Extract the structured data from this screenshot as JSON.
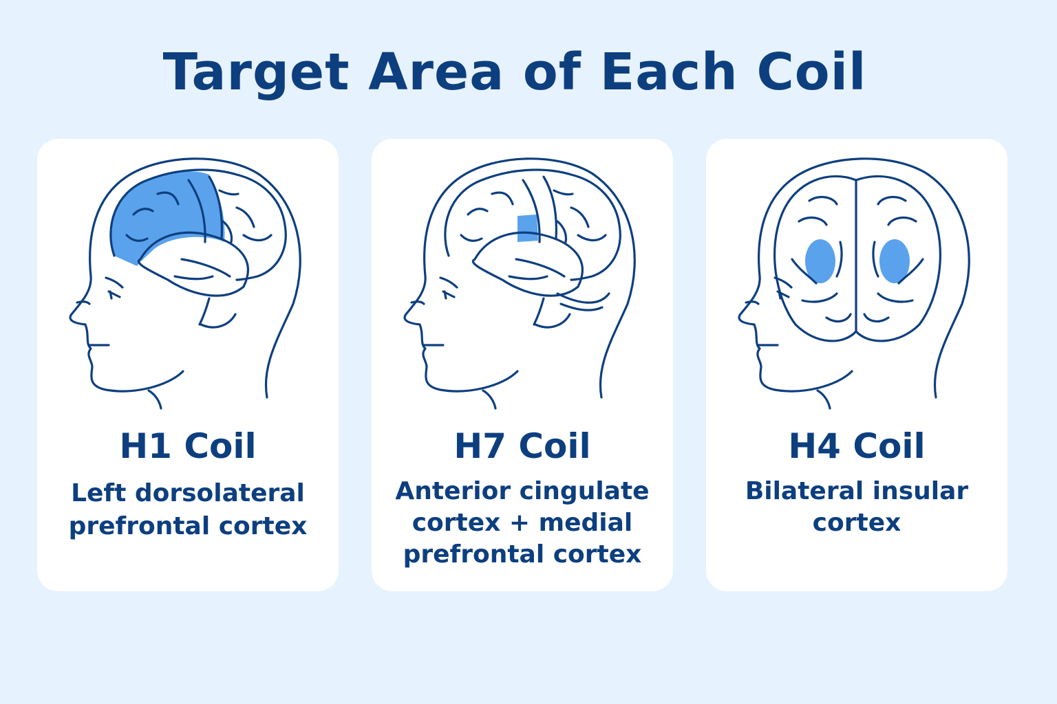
{
  "title": "Target Area of Each Coil",
  "colors": {
    "background": "#e6f2fd",
    "ink": "#0d3f7f",
    "highlight": "#5aa2ec",
    "card": "#ffffff"
  },
  "cards": [
    {
      "name": "H1 Coil",
      "description_lines": [
        "Left dorsolateral",
        "prefrontal cortex"
      ],
      "icon": "side-brain-frontal-highlight"
    },
    {
      "name": "H7 Coil",
      "description_lines": [
        "Anterior cingulate",
        "cortex + medial",
        "prefrontal cortex"
      ],
      "icon": "side-brain-cingulate-highlight"
    },
    {
      "name": "H4 Coil",
      "description_lines": [
        "Bilateral insular",
        "cortex"
      ],
      "icon": "front-brain-insula-highlight"
    }
  ]
}
